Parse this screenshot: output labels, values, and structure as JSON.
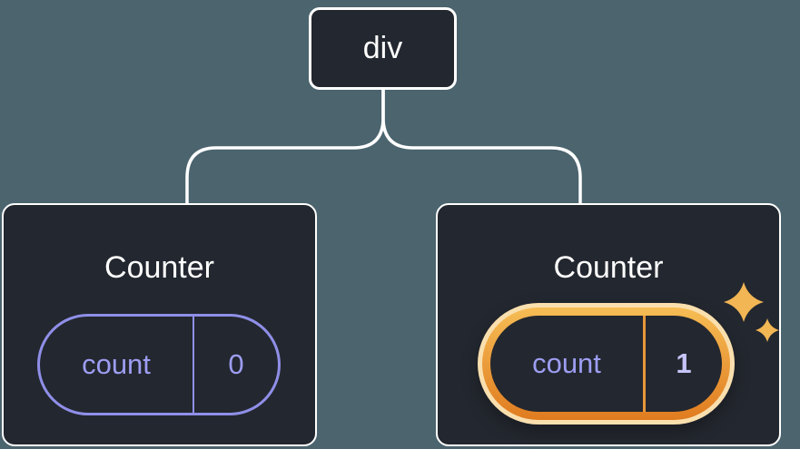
{
  "colors": {
    "canvas_bg": "#4b646e",
    "node_bg": "#23272f",
    "node_border": "#ffffff",
    "line": "#ffffff",
    "purple": "#8f8fe8",
    "purple_text": "#9d9df2",
    "value_bold": "#c5c5fa",
    "orange": "#e8973a",
    "ring_pale": "#fadfae",
    "ring_top": "#f6bd55",
    "ring_bottom": "#e07c20",
    "sparkle": "#f2b654"
  },
  "root": {
    "label": "div"
  },
  "counters": [
    {
      "title": "Counter",
      "state_key": "count",
      "state_value": "0",
      "highlighted": false
    },
    {
      "title": "Counter",
      "state_key": "count",
      "state_value": "1",
      "highlighted": true
    }
  ],
  "icons": {
    "sparkle_glyph": "✦"
  }
}
